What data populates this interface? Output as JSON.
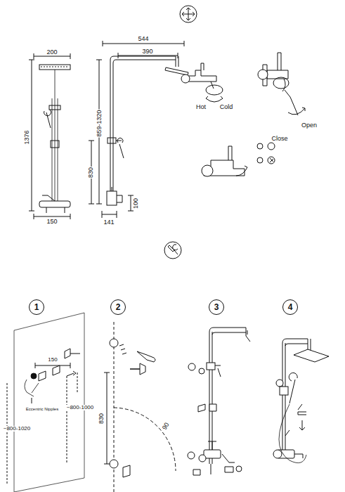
{
  "diagram": {
    "nodes": [
      {
        "text": [
          "1"
        ]
      },
      {
        "text": [
          "2"
        ]
      },
      {
        "text": [
          "3"
        ]
      },
      {
        "text": [
          "4"
        ]
      }
    ],
    "labels": [
      "200",
      "1376",
      "150",
      "544",
      "390",
      "859-1320",
      "830",
      "100",
      "141",
      "Hot",
      "Cold",
      "Close",
      "Open",
      "150",
      "~800-1000",
      "Eccentric Nipples",
      "~800-1020",
      "830",
      "90"
    ]
  }
}
